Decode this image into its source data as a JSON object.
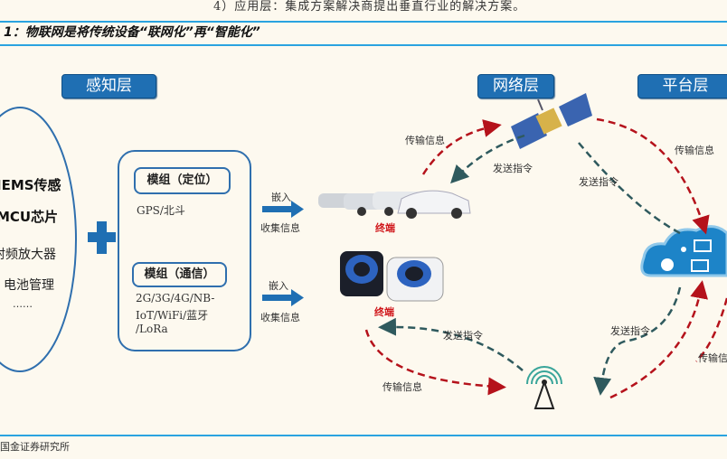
{
  "header": {
    "intro_text": "4）应用层：集成方案解决商提出垂直行业的解决方案。",
    "figure_title": "1：物联网是将传统设备“联网化”再“智能化”"
  },
  "layers": {
    "perception": "感知层",
    "network": "网络层",
    "platform": "平台层"
  },
  "chips": {
    "items": [
      "IEMS传感",
      "MCU芯片",
      "射频放大器",
      "电池管理",
      "……"
    ]
  },
  "modules": {
    "positioning": {
      "title": "模组（定位）",
      "desc": "GPS/北斗"
    },
    "communication": {
      "title": "模组（通信）",
      "desc_lines": [
        "2G/3G/4G/NB-",
        "IoT/WiFi/蓝牙",
        "/LoRa"
      ]
    }
  },
  "arrows": {
    "embed": "嵌入",
    "collect": "收集信息"
  },
  "terminals": {
    "car_label": "终端",
    "speaker_label": "终端"
  },
  "flows": {
    "transmit": "传输信息",
    "send_cmd": "发送指令"
  },
  "colors": {
    "accent_blue": "#1f6fb3",
    "rule_blue": "#2aa3e0",
    "flow_red": "#b5121b",
    "flow_teal": "#2f5a5e",
    "terminal_red": "#d0161a"
  },
  "source": "国金证券研究所"
}
